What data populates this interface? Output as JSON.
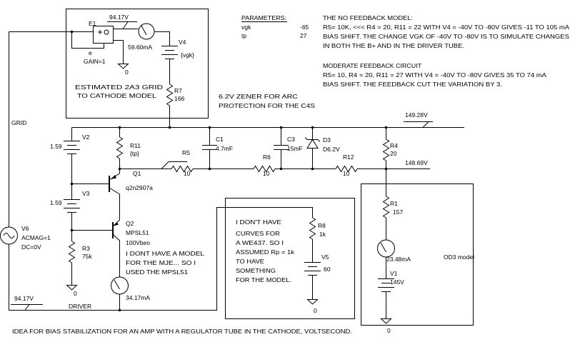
{
  "parameters": {
    "heading": "PARAMETERS:",
    "rows": [
      {
        "name": "vgk",
        "value": "-65"
      },
      {
        "name": "tp",
        "value": "27"
      }
    ]
  },
  "notes": {
    "no_feedback": [
      "THE NO FEEDBACK MODEL:",
      "R5= 10K, <<< R4 = 20, R11 = 22  WITH V4 = -40V TO -80V GIVES -11 TO 105 mA",
      "BIAS SHIFT. THE CHANGE VGK OF -40V TO -80V IS TO SIMULATE CHANGES",
      "IN BOTH THE B+ AND IN THE DRIVER TUBE."
    ],
    "moderate_feedback": [
      "MODERATE FEEDBACK CIRCUIT",
      "R5= 10, R4 = 20, R11 = 27 WITH V4 = -40V TO -80V GIVES 35 TO 74 mA",
      "BIAS SHIFT. THE FEEDBACK CUT THE VARIATION BY 3."
    ],
    "zener": [
      "6.2V ZENER FOR ARC",
      "PROTECTION FOR THE C4S"
    ],
    "grid_model": [
      "ESTIMATED 2A3 GRID",
      "TO CATHODE MODEL"
    ],
    "driver_model": [
      "I DONT HAVE A MODEL",
      "FOR THE MJE... SO I",
      "USED THE MPSL51"
    ],
    "we437": [
      "I DON'T HAVE",
      "CURVES FOR",
      "A WE437. SO I",
      "ASSUMED Rp = 1k",
      "TO HAVE",
      "SOMETHING",
      "FOR THE MODEL."
    ],
    "od3": "OD3 model",
    "caption": "IDEA FOR BIAS STABILIZATION FOR AN AMP WITH A REGULATOR TUBE IN THE CATHODE, VOLTSECOND."
  },
  "nets": {
    "grid": "GRID",
    "driver": "DRIVER",
    "cathode": "e",
    "ground": "0"
  },
  "probes": {
    "voltage_e1": "94.17V",
    "voltage_bplus": "149.28V",
    "voltage_regulated": "148.69V",
    "voltage_driver": "94.17V",
    "current_grid": "59.60mA",
    "current_driver": "34.17mA",
    "current_od3": "23.48mA"
  },
  "components": {
    "E1": {
      "ref": "E1",
      "gain": "GAIN=1"
    },
    "V4": {
      "ref": "V4",
      "value": "{vgk}"
    },
    "R7": {
      "ref": "R7",
      "value": "166"
    },
    "V2": {
      "ref": "V2",
      "value": "1.59"
    },
    "V3": {
      "ref": "V3",
      "value": "1.59"
    },
    "R11": {
      "ref": "R11",
      "value": "{tp}"
    },
    "C1": {
      "ref": "C1",
      "value": "4.7mF"
    },
    "C3": {
      "ref": "C3",
      "value": "15mF"
    },
    "D3": {
      "ref": "D3",
      "value": "D6.2V"
    },
    "R4": {
      "ref": "R4",
      "value": "20"
    },
    "R5": {
      "ref": "R5",
      "value": "10"
    },
    "R6": {
      "ref": "R6",
      "value": "10"
    },
    "R12": {
      "ref": "R12",
      "value": "10"
    },
    "Q1": {
      "ref": "Q1",
      "model": "q2n2907a"
    },
    "Q2": {
      "ref": "Q2",
      "model": "MPSL51",
      "note": "100Vbeo"
    },
    "R3": {
      "ref": "R3",
      "value": "75k"
    },
    "R1": {
      "ref": "R1",
      "value": "157"
    },
    "V1": {
      "ref": "V1",
      "value": "145V"
    },
    "R8": {
      "ref": "R8",
      "value": "1k"
    },
    "V5": {
      "ref": "V5",
      "value": "60"
    },
    "V6": {
      "ref": "V6",
      "acmag": "ACMAG=1",
      "dc": "DC=0V"
    }
  }
}
